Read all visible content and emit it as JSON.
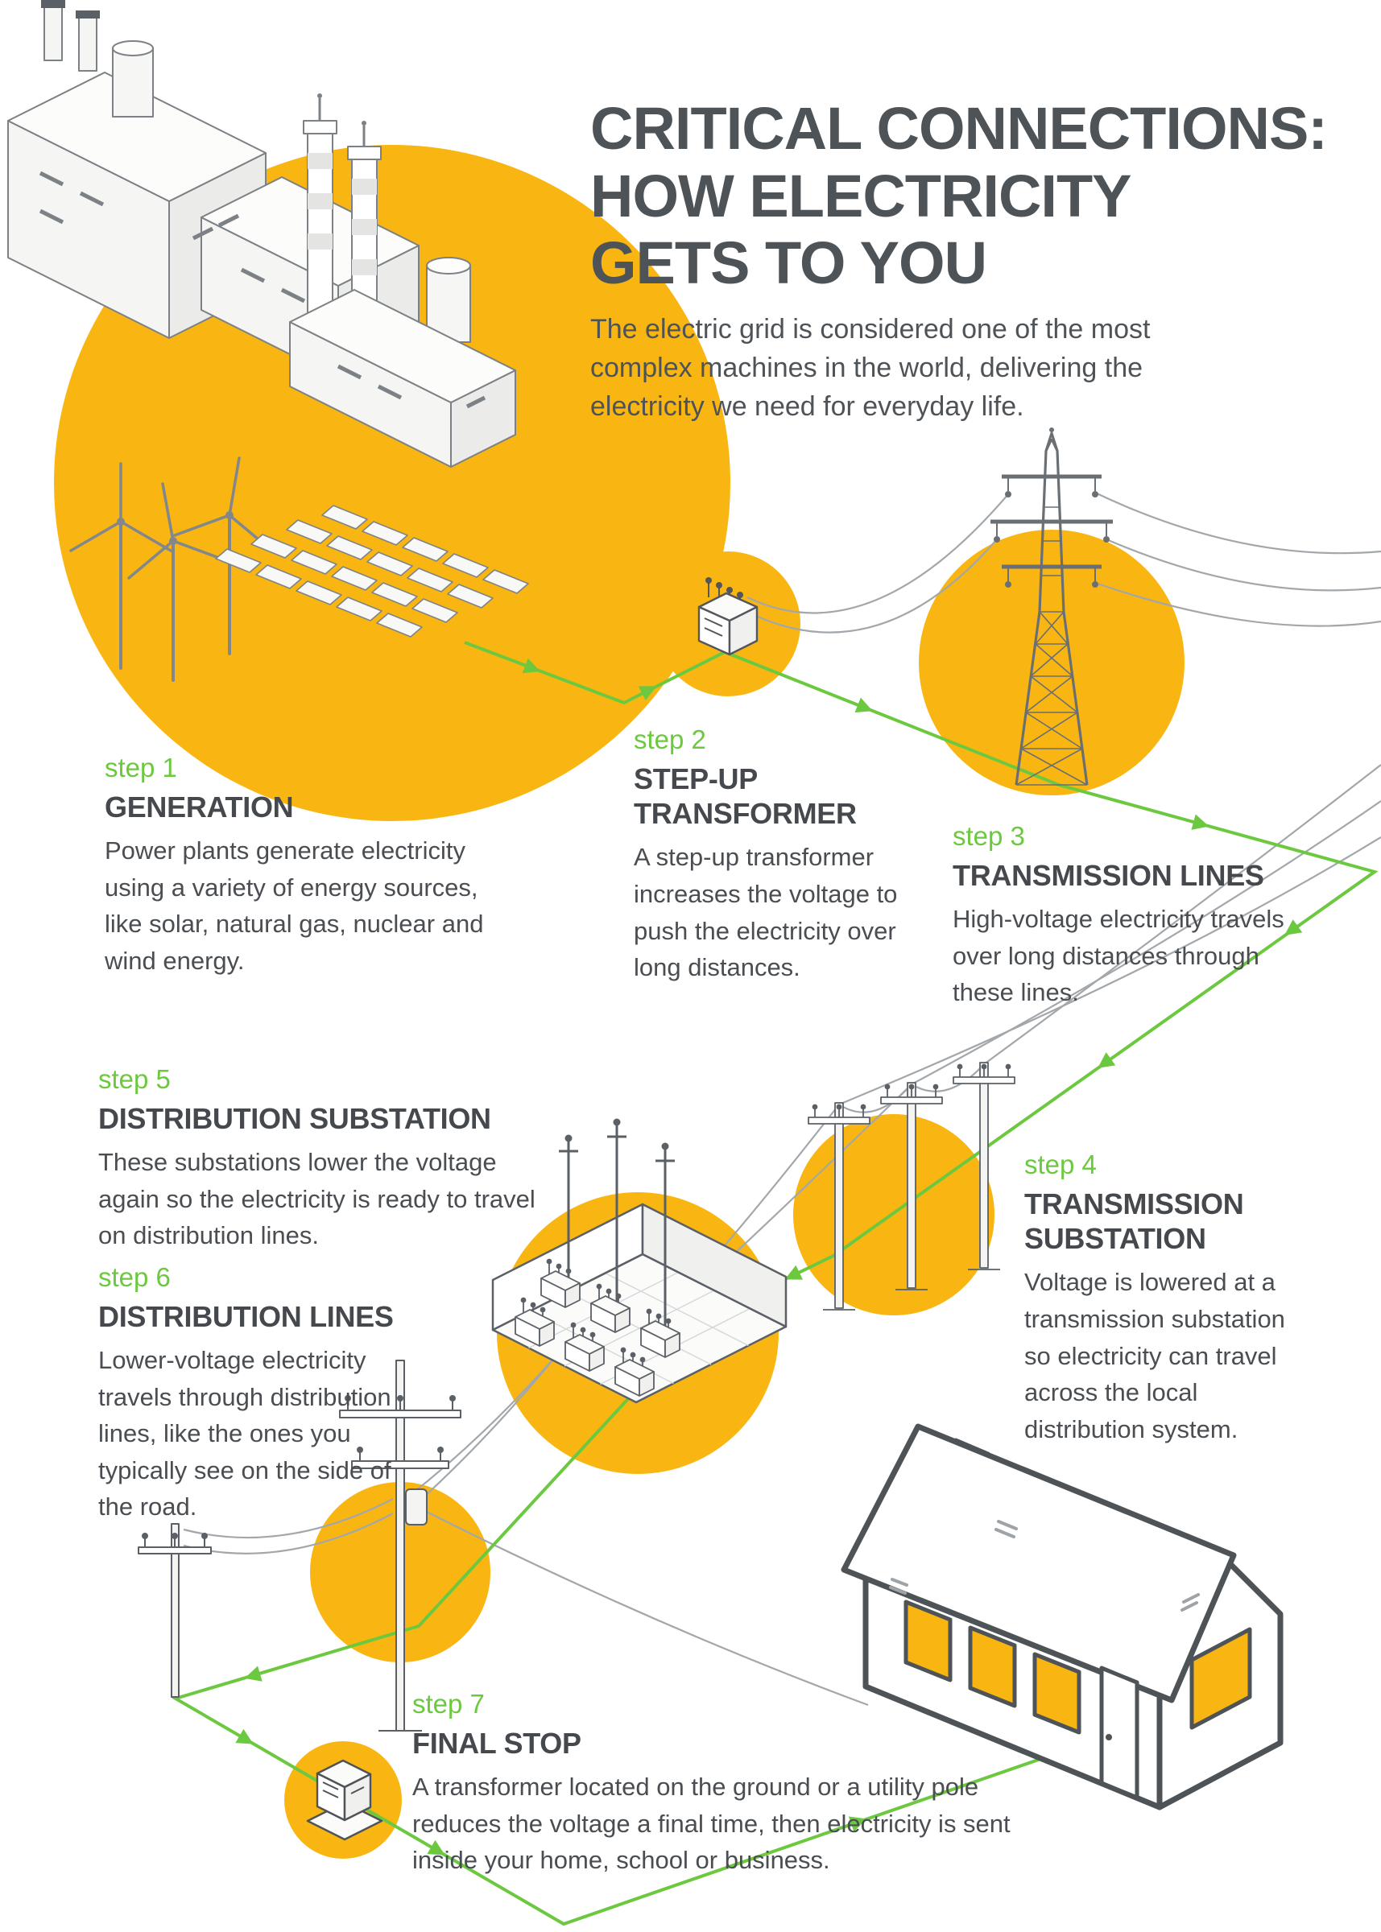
{
  "palette": {
    "yellow": "#F9B612",
    "green": "#6CC93F",
    "heading_gray": "#45494D",
    "body_gray": "#4A4E52",
    "wire_gray": "#A2A7AB",
    "illustration_outline": "#5A6066"
  },
  "header": {
    "title_lines": [
      "CRITICAL CONNECTIONS:",
      "HOW ELECTRICITY",
      "GETS TO YOU"
    ],
    "subtitle": "The electric grid is considered one of the most complex machines in the world, delivering the electricity we need for everyday life."
  },
  "steps": [
    {
      "label": "step 1",
      "heading": "GENERATION",
      "icon": "power-plant-icon",
      "body": "Power plants generate electricity using a variety of energy sources, like solar, natural gas, nuclear and wind energy."
    },
    {
      "label": "step 2",
      "heading": "STEP-UP TRANSFORMER",
      "icon": "step-up-transformer-icon",
      "body": "A step-up transformer increases the voltage to push the electricity over long distances."
    },
    {
      "label": "step 3",
      "heading": "TRANSMISSION LINES",
      "icon": "transmission-tower-icon",
      "body": "High-voltage electricity travels over long distances through these lines."
    },
    {
      "label": "step 4",
      "heading": "TRANSMISSION SUBSTATION",
      "icon": "transmission-substation-icon",
      "body": "Voltage is lowered at a transmission substation so electricity can travel across the local distribution system."
    },
    {
      "label": "step 5",
      "heading": "DISTRIBUTION SUBSTATION",
      "icon": "distribution-substation-icon",
      "body": "These substations lower the voltage again so the electricity is ready to travel on distribution lines."
    },
    {
      "label": "step 6",
      "heading": "DISTRIBUTION LINES",
      "icon": "utility-pole-icon",
      "body": "Lower-voltage electricity travels through distribution lines, like the ones you typically see on the side of the road."
    },
    {
      "label": "step 7",
      "heading": "FINAL STOP",
      "icon": "pad-transformer-icon",
      "body": "A transformer located on the ground or a utility pole reduces the voltage a final time, then electricity is sent inside your home, school or business."
    }
  ]
}
